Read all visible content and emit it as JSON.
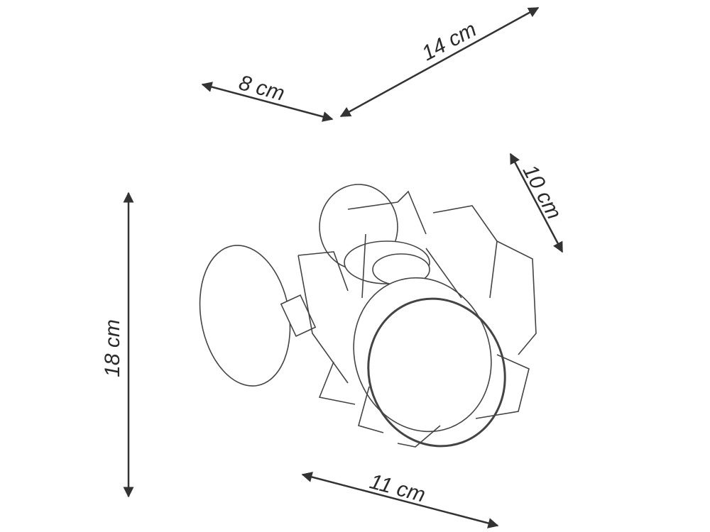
{
  "dimensions": {
    "depth": "8 cm",
    "width_top": "14 cm",
    "shade_depth": "10 cm",
    "height": "18 cm",
    "shade_width": "11 cm"
  },
  "colors": {
    "line": "#333333",
    "background": "#ffffff"
  }
}
